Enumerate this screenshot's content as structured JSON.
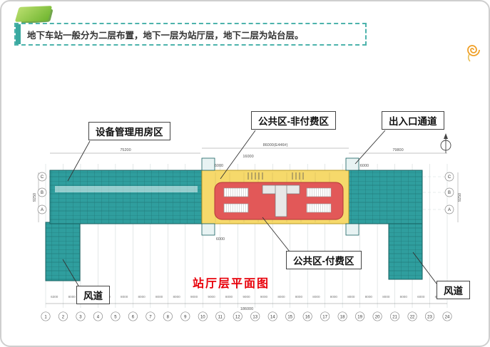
{
  "header": {
    "text": "地下车站一般分为二层布置，地下一层为站厅层，地下二层为站台层。"
  },
  "plan": {
    "title": "站厅层平面图",
    "callouts": {
      "equipment": "设备管理用房区",
      "non_paid": "公共区-非付费区",
      "entrance": "出入口通道",
      "paid": "公共区-付费区",
      "duct_left": "风道",
      "duct_right": "风道"
    },
    "dims": {
      "top_left": "75200",
      "top_center": "86000(E446#)",
      "top_center_sub": "16000",
      "top_right": "79800",
      "total": "186000",
      "side_left": "9250",
      "side_right": "9250",
      "corridor_top_left": "6000",
      "corridor_top_right": "6000",
      "corridor_bottom": "6000"
    },
    "grid_numbers": [
      "1",
      "2",
      "3",
      "4",
      "5",
      "6",
      "7",
      "8",
      "9",
      "10",
      "11",
      "12",
      "13",
      "14",
      "15",
      "16",
      "17",
      "18",
      "19",
      "20",
      "21",
      "22",
      "23",
      "24"
    ],
    "row_letters": [
      "C",
      "B",
      "A"
    ],
    "span_dims": [
      "6300",
      "8000",
      "8000",
      "8000",
      "8000",
      "8000",
      "8000",
      "8000",
      "9000",
      "9000",
      "8000",
      "9000",
      "9000",
      "8000",
      "8000",
      "8000",
      "8000",
      "8000",
      "8000",
      "8000",
      "8000",
      "6000",
      "8500"
    ]
  },
  "colors": {
    "teal": "#2f9e9e",
    "tealDark": "#145f5f",
    "yellow": "#f6d96b",
    "red": "#e25858",
    "accent": "#7cbd33",
    "bannerTeal": "#3aa9a0"
  }
}
